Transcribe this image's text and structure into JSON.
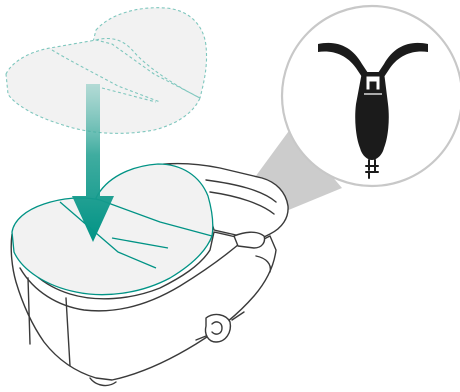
{
  "illustration": {
    "kind": "assembly-instruction",
    "text": "",
    "icons": [
      "apron-cover",
      "down-arrow",
      "carrycot-bassinet",
      "magnifier-callout",
      "y-harness-buckle"
    ],
    "colors": {
      "accent": "#009385",
      "accent_light": "#7fc7be",
      "outline": "#3a3a3a",
      "cover_fill": "#f2f2f2",
      "callout_ring": "#c8c8c8",
      "callout_cone": "#c9c9c9",
      "buckle": "#1b1b1b"
    }
  }
}
